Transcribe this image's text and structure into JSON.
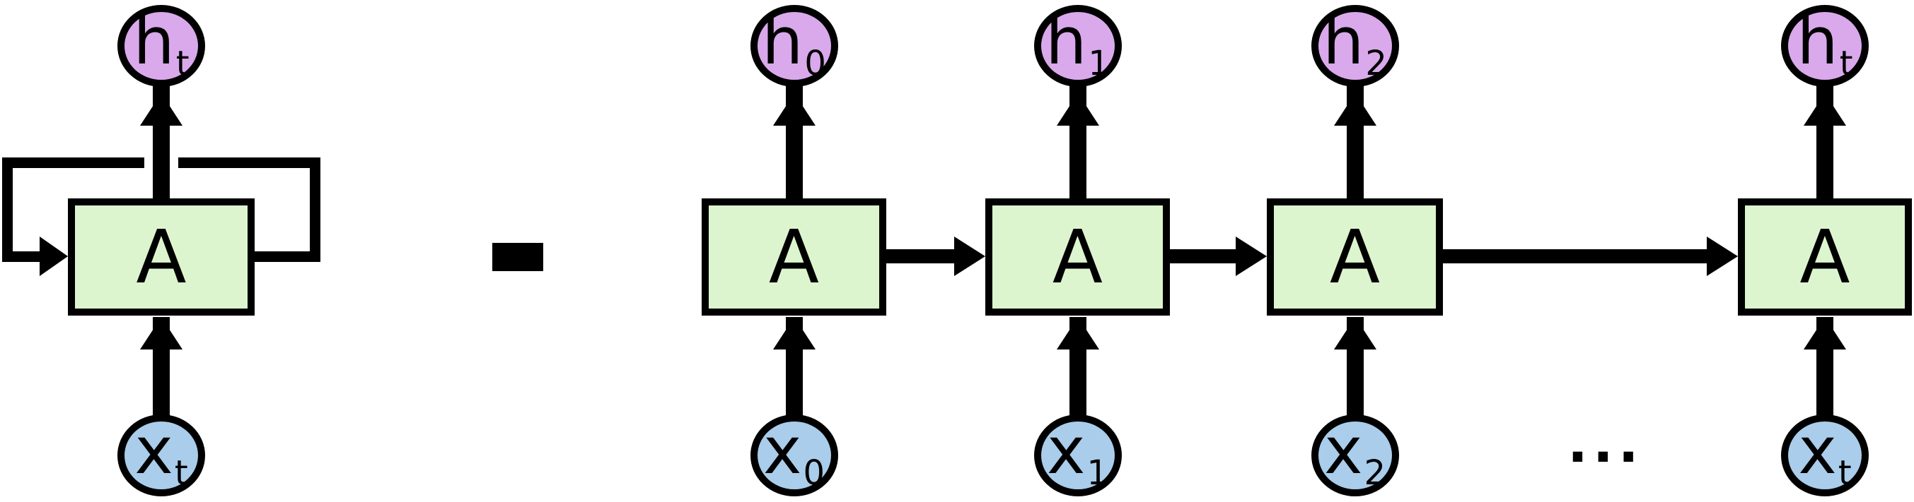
{
  "diagram_title": "recurrent-neural-network-unrolling",
  "folded": {
    "cell_label": "A",
    "output_base": "h",
    "output_sub": "t",
    "input_base": "x",
    "input_sub": "t"
  },
  "unrolled": {
    "ellipsis": "...",
    "cells": [
      {
        "cell_label": "A",
        "output_base": "h",
        "output_sub": "0",
        "input_base": "x",
        "input_sub": "0"
      },
      {
        "cell_label": "A",
        "output_base": "h",
        "output_sub": "1",
        "input_base": "x",
        "input_sub": "1"
      },
      {
        "cell_label": "A",
        "output_base": "h",
        "output_sub": "2",
        "input_base": "x",
        "input_sub": "2"
      },
      {
        "cell_label": "A",
        "output_base": "h",
        "output_sub": "t",
        "input_base": "x",
        "input_sub": "t"
      }
    ]
  },
  "colors": {
    "hidden_state_fill": "#d9a9ec",
    "cell_fill": "#ddf5cf",
    "input_fill": "#a9cdea",
    "line": "#000000",
    "background": "#ffffff"
  },
  "icons": {
    "equals_bar": "thick-black-horizontal-bar",
    "recurrence_loop": "rectangular-feedback-loop-with-right-arrowhead",
    "arrowheads": "solid-black-triangles"
  }
}
